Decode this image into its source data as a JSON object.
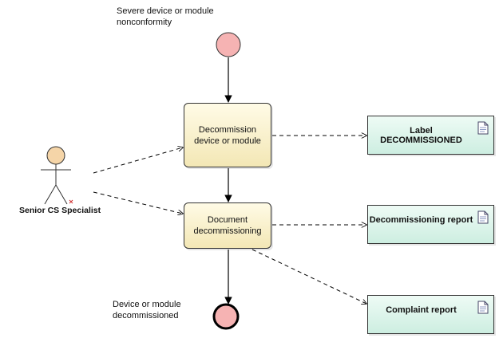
{
  "notes": {
    "start_note": [
      "Severe device or module",
      "nonconformity"
    ],
    "end_note": [
      "Device or module",
      "decommissioned"
    ]
  },
  "actor": {
    "label": "Senior CS Specialist"
  },
  "tasks": [
    {
      "label": [
        "Decommission",
        "device or module"
      ]
    },
    {
      "label": [
        "Document",
        "decommissioning"
      ]
    }
  ],
  "artifacts": [
    {
      "label": "Label DECOMMISSIONED",
      "icon": "document-icon"
    },
    {
      "label": "Decommissioning report",
      "icon": "document-icon"
    },
    {
      "label": "Complaint report",
      "icon": "document-icon"
    }
  ],
  "colors": {
    "event_fill": "#f6b3b3",
    "task_fill": "#f8f0cc",
    "artifact_fill": "#d8f3e8",
    "actor_head": "#f5d5a8",
    "line": "#000000"
  }
}
